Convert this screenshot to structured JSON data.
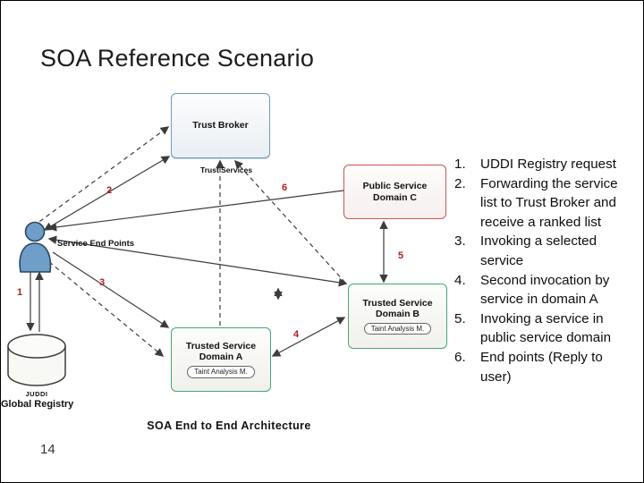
{
  "slide": {
    "title": "SOA Reference Scenario",
    "caption": "SOA End to End Architecture",
    "page_number": "14"
  },
  "diagram": {
    "nodes": {
      "trust_broker": {
        "label": "Trust Broker"
      },
      "public_service_domain_c": {
        "label": "Public Service Domain C"
      },
      "trusted_service_domain_b": {
        "label": "Trusted Service Domain B",
        "module_badge": "Taint Analysis M."
      },
      "trusted_service_domain_a": {
        "label": "Trusted Service Domain A",
        "module_badge": "Taint Analysis M."
      },
      "service_end_points": {
        "label": "Service End Points"
      },
      "registry": {
        "label": "JUDDI",
        "sublabel": "Global Registry"
      }
    },
    "edge_labels": {
      "trust_services": "Trust Services"
    },
    "step_markers": [
      "1",
      "2",
      "3",
      "4",
      "5",
      "6"
    ],
    "colors": {
      "broker_border": "#6a9cbe",
      "public_domain_border": "#c65854",
      "trusted_domain_border": "#43a873",
      "step_marker_red": "#a92222",
      "arrow": "#3c3c3c",
      "user_icon_fill": "#6f9ec9"
    }
  },
  "steps": [
    {
      "num": "1.",
      "text": "UDDI Registry request"
    },
    {
      "num": "2.",
      "text": "Forwarding the service list to Trust Broker and receive a ranked list"
    },
    {
      "num": "3.",
      "text": "Invoking a selected service"
    },
    {
      "num": "4.",
      "text": "Second invocation by service in domain A"
    },
    {
      "num": "5.",
      "text": "Invoking a service in public service domain"
    },
    {
      "num": "6.",
      "text": "End points (Reply to user)"
    }
  ]
}
